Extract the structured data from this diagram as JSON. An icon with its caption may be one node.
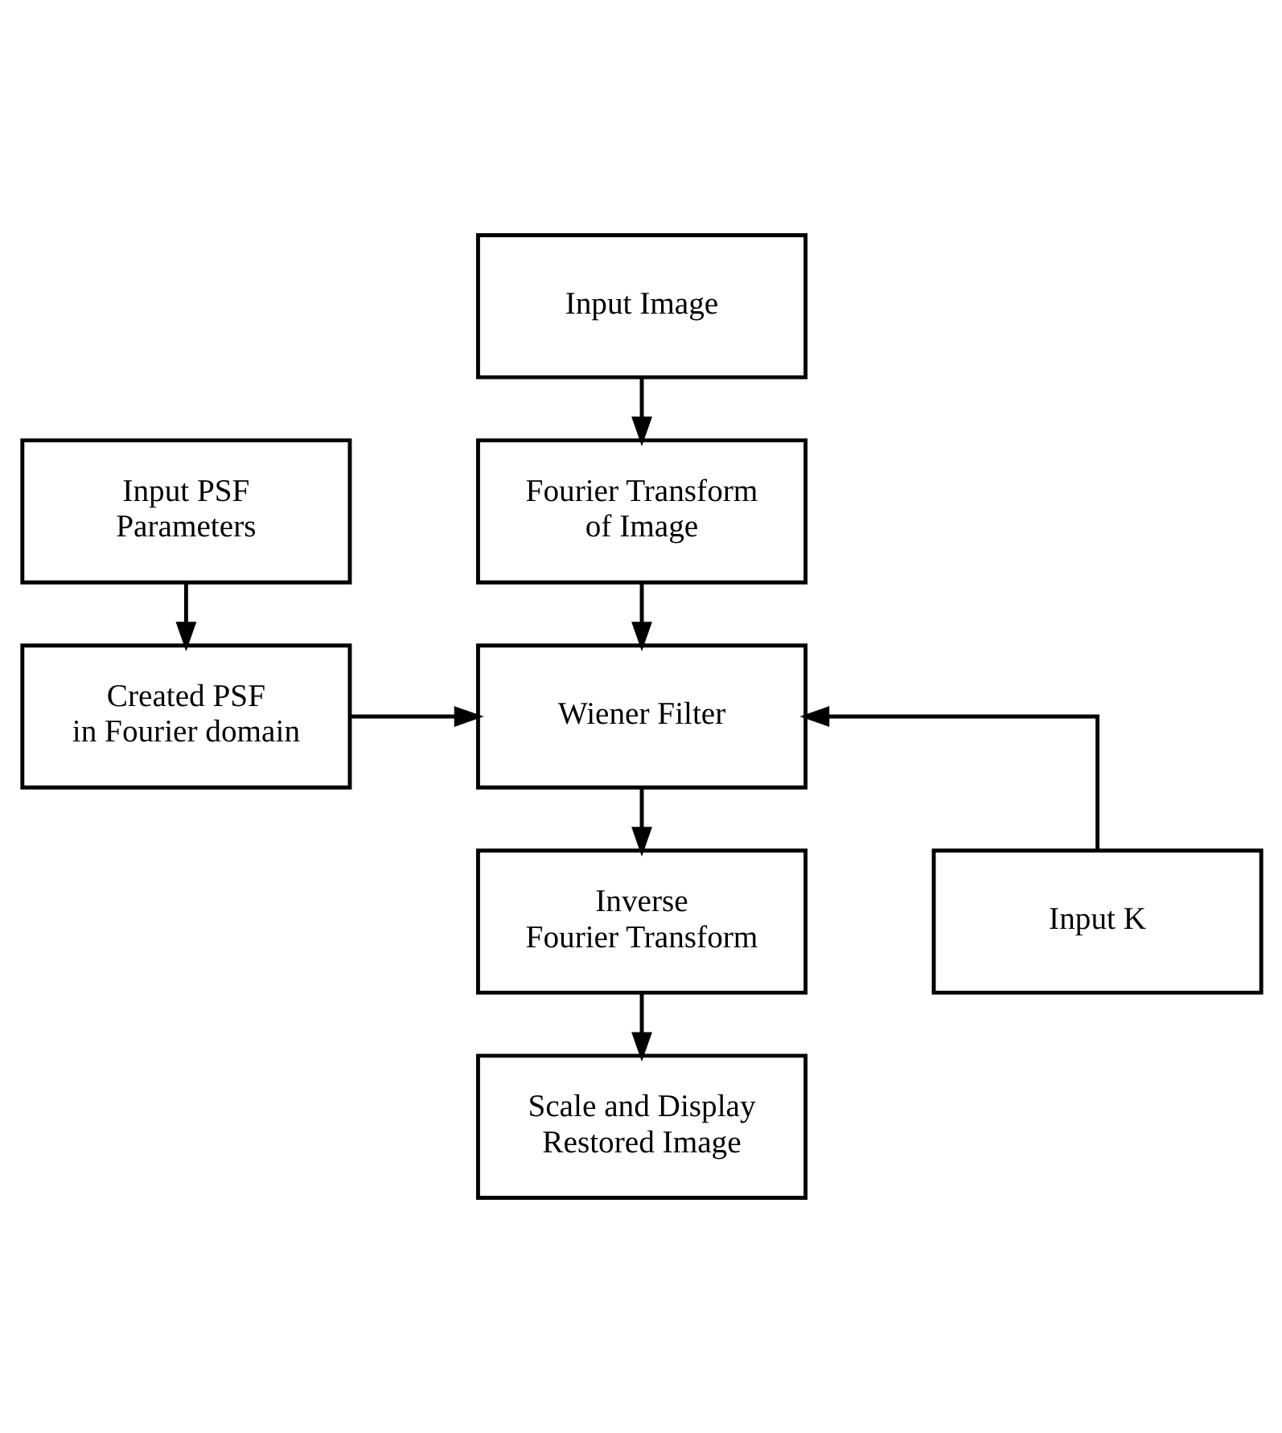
{
  "diagram": {
    "nodes": [
      {
        "text": [
          "Input Image"
        ]
      },
      {
        "text": [
          "Input PSF Parameters"
        ]
      },
      {
        "text": [
          "Fourier Transform of Image"
        ]
      },
      {
        "text": [
          "Created PSF in Fourier domain"
        ]
      },
      {
        "text": [
          "Wiener Filter"
        ]
      },
      {
        "text": [
          "Input K"
        ]
      },
      {
        "text": [
          "Inverse Fourier Transform"
        ]
      },
      {
        "text": [
          "Scale and Display Restored Image"
        ]
      }
    ],
    "edges": [
      {
        "from": 0,
        "to": 2,
        "arrow": "to"
      },
      {
        "from": 1,
        "to": 3,
        "arrow": "to"
      },
      {
        "from": 2,
        "to": 4,
        "arrow": "to"
      },
      {
        "from": 3,
        "to": 4,
        "arrow": "to"
      },
      {
        "from": 5,
        "to": 4,
        "arrow": "to"
      },
      {
        "from": 4,
        "to": 6,
        "arrow": "to"
      },
      {
        "from": 6,
        "to": 7,
        "arrow": "to"
      }
    ]
  }
}
